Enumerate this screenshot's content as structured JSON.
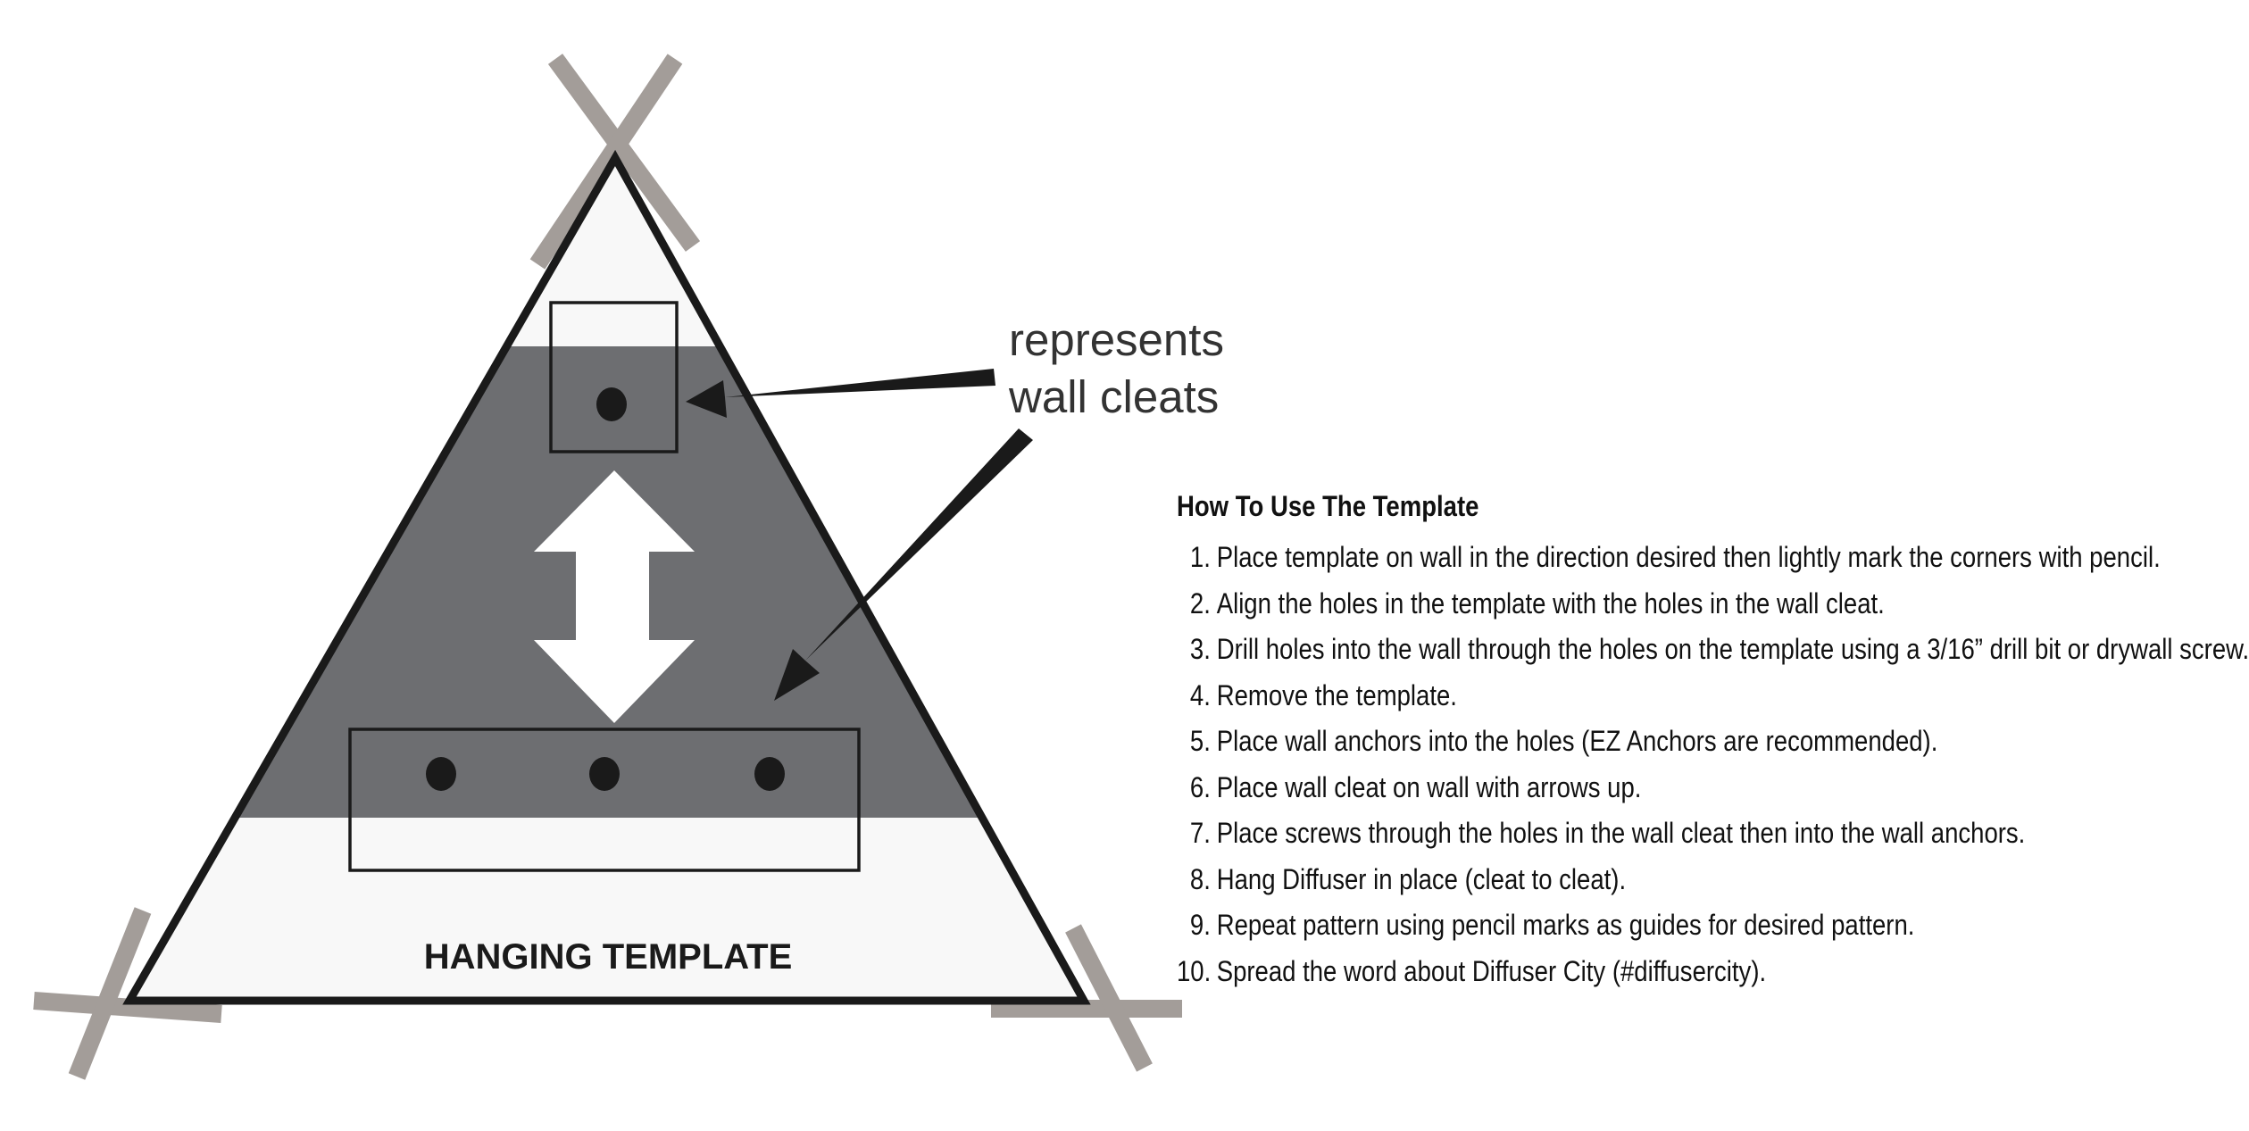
{
  "template": {
    "title": "HANGING TEMPLATE",
    "callout_line1": "represents",
    "callout_line2": "wall cleats"
  },
  "instructions": {
    "heading": "How To Use The Template",
    "steps": [
      {
        "num": "1.",
        "text": "Place template on wall in the direction desired then lightly mark the corners with pencil."
      },
      {
        "num": "2.",
        "text": "Align the holes in the template with the holes in the wall cleat."
      },
      {
        "num": "3.",
        "text": "Drill holes into the wall through the holes on the template using a 3/16” drill bit or drywall screw."
      },
      {
        "num": "4.",
        "text": "Remove the template."
      },
      {
        "num": "5.",
        "text": "Place wall anchors into the holes (EZ Anchors are recommended)."
      },
      {
        "num": "6.",
        "text": "Place wall cleat on wall with arrows up."
      },
      {
        "num": "7.",
        "text": "Place screws through the holes in the wall cleat then into the wall anchors."
      },
      {
        "num": "8.",
        "text": "Hang Diffuser in place (cleat to cleat)."
      },
      {
        "num": "9.",
        "text": "Repeat pattern using pencil marks as guides for desired pattern."
      },
      {
        "num": "10.",
        "text": "Spread the word about Diffuser City (#diffusercity)."
      }
    ]
  },
  "colors": {
    "band": "#6d6e71",
    "outline": "#1a1a1a",
    "corner_marks": "#a39d99",
    "triangle_fill": "#f8f8f8",
    "text": "#111111"
  }
}
